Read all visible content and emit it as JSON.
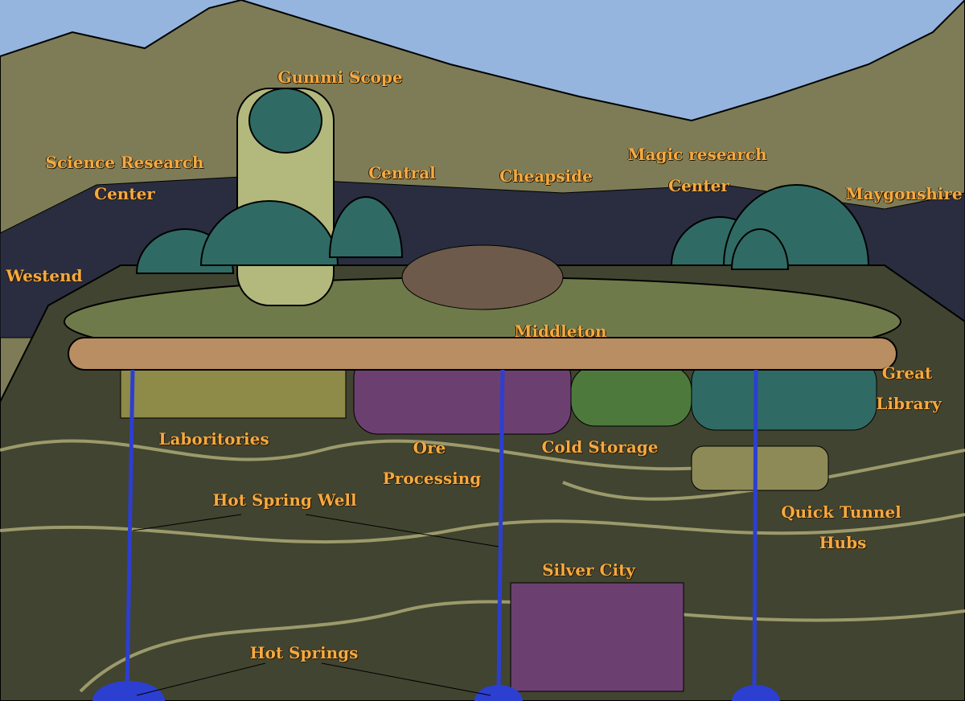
{
  "title": "Underground city cutaway map",
  "colors": {
    "sky": "#95b5de",
    "mountain": "#7d7c56",
    "underground": "#414430",
    "label": "#f5a941",
    "water": "#2c3fd0",
    "dome": "#2f6b64",
    "wall": "#b98e62"
  },
  "labels": {
    "gummi_scope": "Gummi Scope",
    "science_research": "Science Research",
    "science_center": "Center",
    "central": "Central",
    "cheapside": "Cheapside",
    "magic_research": "Magic research",
    "magic_center": "Center",
    "maygonshire": "Maygonshire",
    "westend": "Westend",
    "middleton": "Middleton",
    "great": "Great",
    "library": "Library",
    "laboritories": "Laboritories",
    "ore": "Ore",
    "processing": "Processing",
    "cold_storage": "Cold Storage",
    "quick_tunnel": "Quick Tunnel",
    "hubs": "Hubs",
    "hot_spring_well": "Hot Spring Well",
    "silver_city": "Silver City",
    "hot_springs": "Hot Springs"
  }
}
